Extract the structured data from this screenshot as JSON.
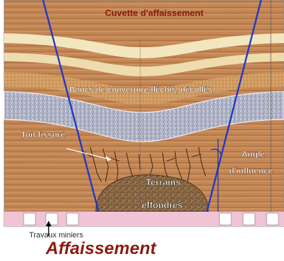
{
  "labels": {
    "cuvette": "Cuvette d'affaissement",
    "bancs": "Bancs de couverture fléchis, décollés,",
    "toit": "Toit fissuré",
    "angle_line1": "Angle",
    "angle_line2": "d'influence",
    "terrains_line1": "Terrains",
    "terrains_line2": "effondrés",
    "travaux": "Travaux miniers",
    "title": "Affaissement"
  },
  "colors": {
    "wood_light": "#c98e5c",
    "wood_dark": "#9a5a30",
    "cream_band": "#f3e6bf",
    "gravel_band": "#a9adbf",
    "sand_band": "#d6a268",
    "rubble": "#8a6a4a",
    "influence_lines": "#2038c8",
    "title": "#8b1a12",
    "cuvette_text": "#8b1a12",
    "pink_floor": "#f1c3d6"
  }
}
